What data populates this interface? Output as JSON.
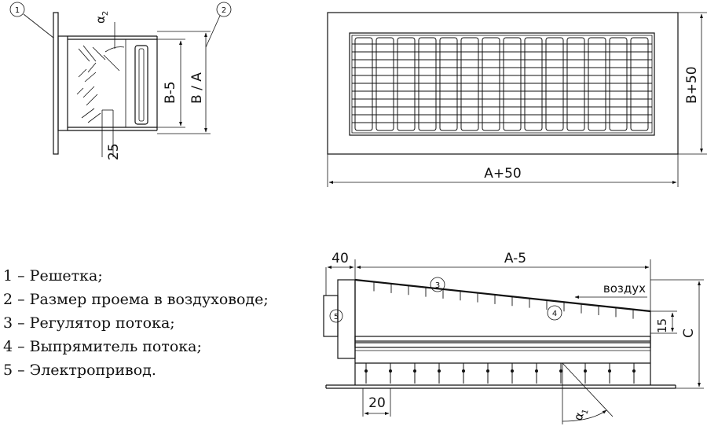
{
  "callouts": [
    "1",
    "2",
    "3",
    "4",
    "5"
  ],
  "side_view": {
    "angle_label": "α",
    "angle_sub": "2",
    "dim_b_minus": "B-5",
    "dim_b_a": "B / A",
    "dim_25": "25"
  },
  "front_view": {
    "dim_b_plus": "B+50",
    "dim_a_plus": "A+50"
  },
  "section_view": {
    "dim_40": "40",
    "dim_a_minus": "A-5",
    "air_label": "воздух",
    "dim_15": "15",
    "dim_c": "C",
    "dim_20": "20",
    "angle_label": "α",
    "angle_sub": "1"
  },
  "legend": [
    "1 – Решетка;",
    "2 – Размер проема в воздуховоде;",
    "3 – Регулятор потока;",
    "4 – Выпрямитель потока;",
    "5 – Электропривод."
  ]
}
